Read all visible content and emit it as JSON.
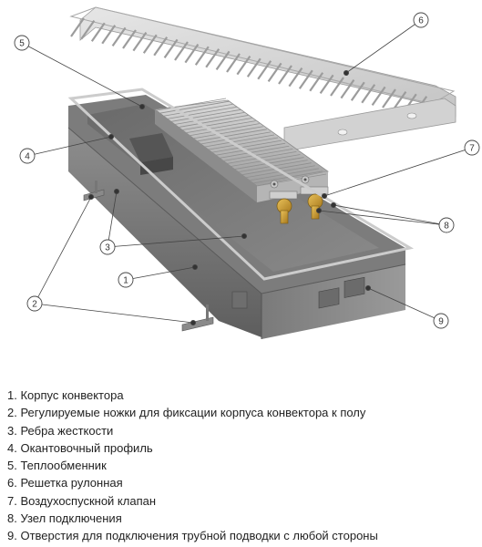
{
  "callouts": [
    "1",
    "2",
    "3",
    "4",
    "5",
    "6",
    "7",
    "8",
    "9"
  ],
  "legend": [
    "1. Корпус конвектора",
    "2. Регулируемые ножки для фиксации корпуса конвектора к полу",
    "3. Ребра жесткости",
    "4. Окантовочный профиль",
    "5. Теплообменник",
    "6. Решетка рулонная",
    "7. Воздухоспускной клапан",
    "8. Узел подключения",
    "9. Отверстия для подключения трубной подводки с любой стороны"
  ]
}
